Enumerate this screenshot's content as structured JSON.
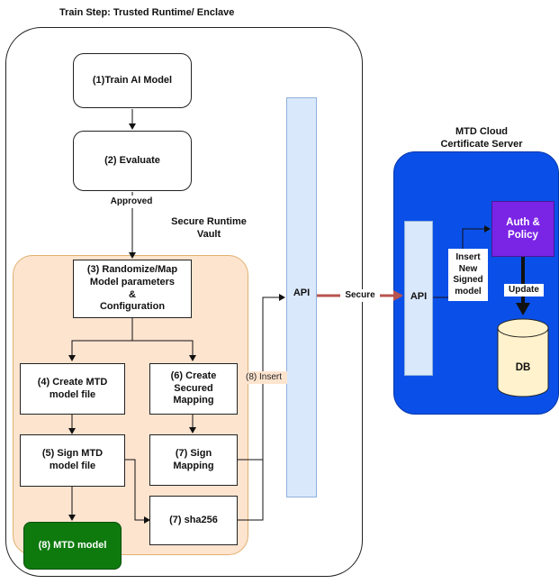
{
  "title": "Train Step: Trusted Runtime/ Enclave",
  "vault_label": "Secure Runtime\nVault",
  "nodes": {
    "train": "(1)Train AI Model",
    "evaluate": "(2) Evaluate",
    "approved": "Approved",
    "randomize": "(3) Randomize/Map\nModel parameters\n&\nConfiguration",
    "create_mtd": "(4) Create MTD\nmodel file",
    "create_secured": "(6) Create\nSecured\nMapping",
    "sign_mtd": "(5) Sign MTD\nmodel file",
    "sign_mapping": "(7) Sign\nMapping",
    "sha256": "(7) sha256",
    "mtd_model": "(8) MTD model",
    "insert8": "(8) Insert",
    "api_left": "API",
    "secure": "Secure",
    "api_right": "API",
    "cloud_title": "MTD Cloud\nCertificate Server",
    "insert_new": "Insert\nNew\nSigned\nmodel",
    "auth_policy": "Auth &\nPolicy",
    "update": "Update",
    "db": "DB"
  },
  "colors": {
    "vault_fill": "#fde4cf",
    "vault_border": "#e0b070",
    "api_fill": "#dae8fc",
    "api_border": "#8fb1dd",
    "cloud_fill": "#0a50e8",
    "auth_fill": "#7a24e6",
    "db_fill": "#fff2cc",
    "mtd_fill": "#0e7a0e",
    "secure_arrow": "#b85450"
  }
}
